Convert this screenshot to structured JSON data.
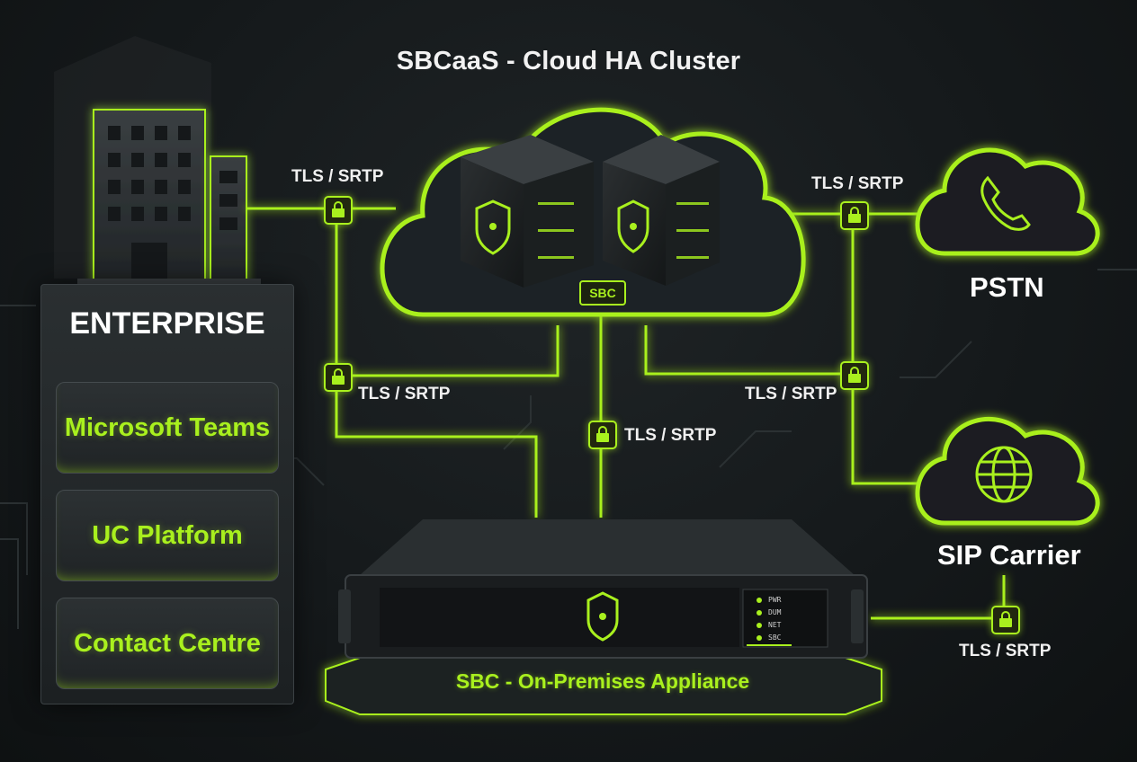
{
  "cloud_cluster": {
    "title": "SBCaaS - Cloud HA Cluster",
    "sbc_tag": "SBC"
  },
  "enterprise": {
    "title": "ENTERPRISE",
    "items": [
      {
        "label": "Microsoft Teams"
      },
      {
        "label": "UC Platform"
      },
      {
        "label": "Contact Centre"
      }
    ]
  },
  "pstn": {
    "label": "PSTN"
  },
  "sip_carrier": {
    "label": "SIP Carrier"
  },
  "appliance": {
    "label": "SBC - On-Premises Appliance",
    "leds": [
      "PWR",
      "DUM",
      "NET",
      "SBC"
    ]
  },
  "links": {
    "enterprise_to_cloud": "TLS / SRTP",
    "cloud_to_pstn": "TLS / SRTP",
    "enterprise_to_appliance": "TLS / SRTP",
    "cloud_to_appliance": "TLS / SRTP",
    "cloud_to_sip_carrier": "TLS / SRTP",
    "appliance_to_sip_carrier": "TLS / SRTP"
  },
  "colors": {
    "accent": "#a9f01e",
    "background": "#15191b"
  },
  "icons": [
    "building-icon",
    "cloud-icon",
    "server-icon",
    "shield-icon",
    "lock-icon",
    "phone-icon",
    "globe-icon"
  ]
}
